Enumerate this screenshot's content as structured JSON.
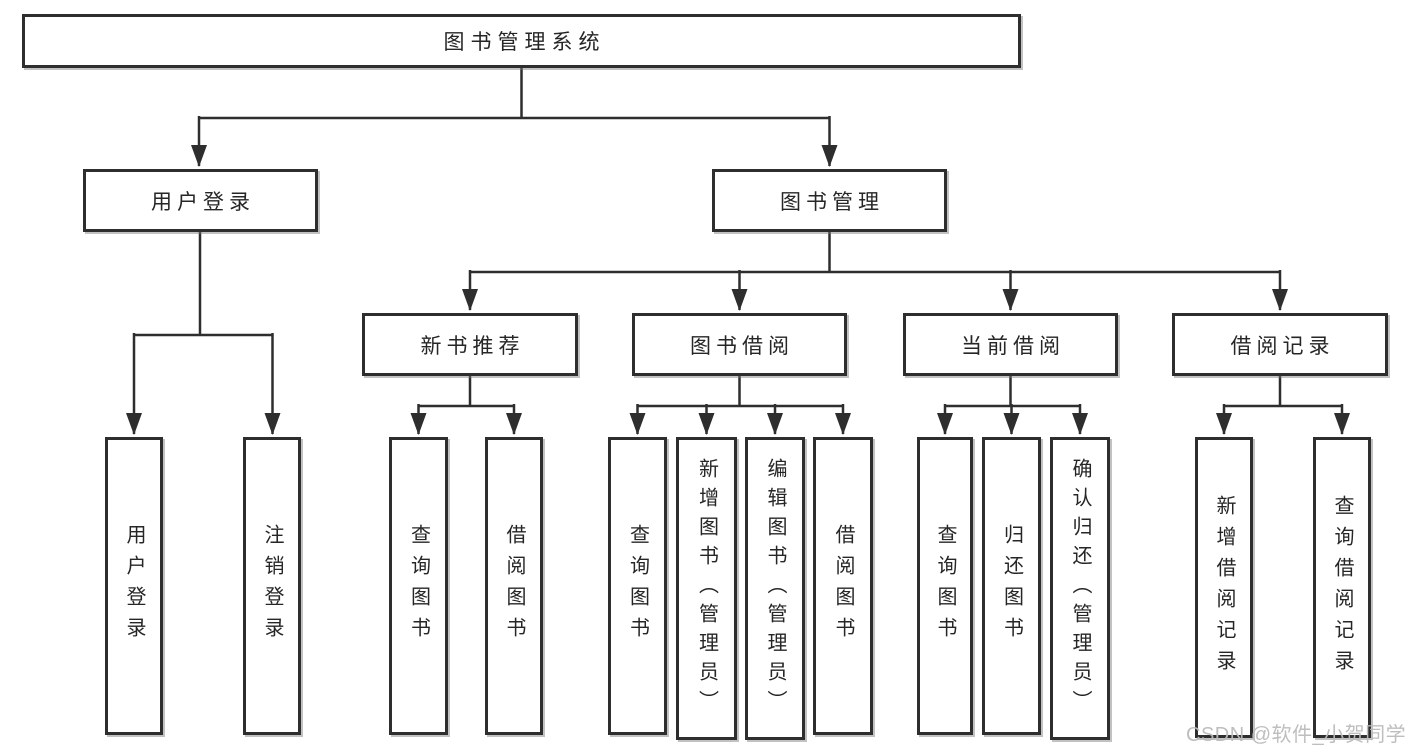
{
  "tree": {
    "root": "图书管理系统",
    "children": [
      {
        "label": "用户登录",
        "children": [
          "用户登录",
          "注销登录"
        ]
      },
      {
        "label": "图书管理",
        "children": [
          {
            "label": "新书推荐",
            "children": [
              "查询图书",
              "借阅图书"
            ]
          },
          {
            "label": "图书借阅",
            "children": [
              "查询图书",
              "新增图书（管理员）",
              "编辑图书（管理员）",
              "借阅图书"
            ]
          },
          {
            "label": "当前借阅",
            "children": [
              "查询图书",
              "归还图书",
              "确认归还（管理员）"
            ]
          },
          {
            "label": "借阅记录",
            "children": [
              "新增借阅记录",
              "查询借阅记录"
            ]
          }
        ]
      }
    ]
  },
  "watermark": {
    "text": "CSDN @软件_小贺同学"
  },
  "colors": {
    "line": "#2e2e2e",
    "box_border": "#2e2e2e",
    "text": "#262626",
    "watermark": "#bababa",
    "background": "#ffffff"
  }
}
